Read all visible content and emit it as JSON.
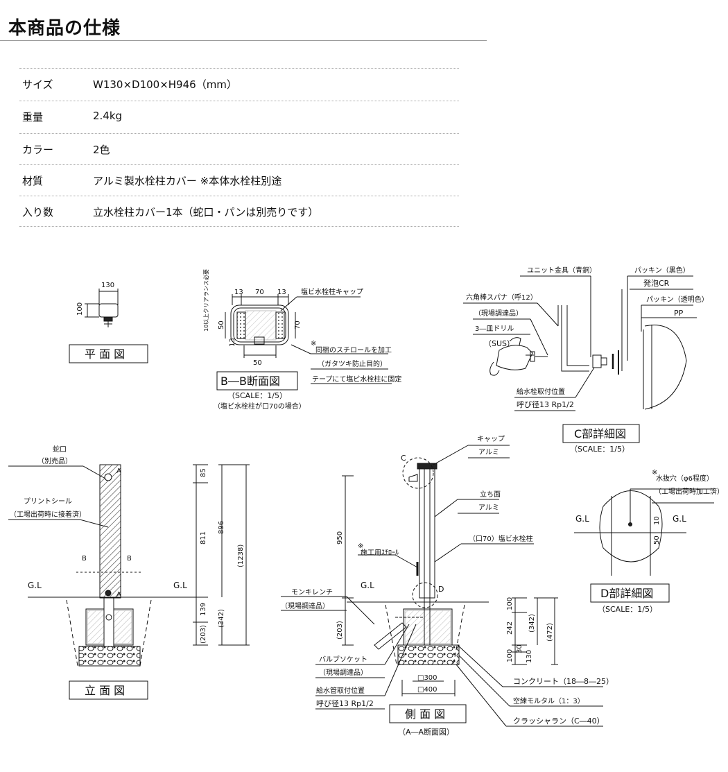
{
  "title": "本商品の仕様",
  "spec": [
    {
      "label": "サイズ",
      "value": "W130×D100×H946（mm）"
    },
    {
      "label": "重量",
      "value": "2.4kg"
    },
    {
      "label": "カラー",
      "value": "2色"
    },
    {
      "label": "材質",
      "value": "アルミ製水栓柱カバー ※本体水栓柱別途"
    },
    {
      "label": "入り数",
      "value": "立水栓柱カバー1本（蛇口・パンは別売りです）"
    }
  ],
  "drawing": {
    "plan": {
      "caption": "平 面 図",
      "dim_w": "130",
      "dim_h": "100"
    },
    "bb": {
      "caption": "B―B断面図",
      "scale": "（SCALE：1/5）",
      "note": "（塩ビ水栓柱が口70の場合）",
      "d13a": "13",
      "d70": "70",
      "d13b": "13",
      "d13c": "13",
      "d70v": "70",
      "d50v": "50",
      "d50h": "50",
      "clear": "10以上クリアランス必要",
      "cap_label": "塩ビ水栓柱キャップ",
      "foam1": "同梱のスチロールを加工",
      "foam2": "（ガタツキ防止目的）",
      "foam3": "テープにて塩ビ水栓柱に固定",
      "asterisk": "※"
    },
    "c": {
      "caption": "C部詳細図",
      "scale": "（SCALE：1/5）",
      "union": "ユニット金具（青銅）",
      "packing_black": "パッキン（黒色）",
      "foam_cr": "発泡CR",
      "packing_clear": "パッキン（透明色）",
      "pp": "PP",
      "hex": "六角棒スパナ（呼12）",
      "hex_src": "（現場調達品）",
      "drill": "3―皿ドリル",
      "sus": "（SUS）",
      "pos": "給水栓取付位置",
      "size": "呼び径13 Rp1/2"
    },
    "front": {
      "caption": "立 面 図",
      "faucet": "蛇口",
      "faucet_src": "（別売品）",
      "seal": "プリントシール",
      "seal_src": "（工場出荷時に接着済）",
      "gl_left": "G.L",
      "gl_right": "G.L",
      "b_left": "B",
      "b_right": "B",
      "a_top": "A",
      "a_bot": "A",
      "d85": "85",
      "d811": "811",
      "d896": "896",
      "d1238": "(1238)",
      "d139": "139",
      "d342": "(342)",
      "d203": "(203)"
    },
    "side": {
      "caption": "側 面 図",
      "sub": "（A―A断面図）",
      "cap": "キャップ",
      "cap_mat": "アルミ",
      "post": "立ち面",
      "post_mat": "アルミ",
      "pvc": "（口70）塩ビ水栓柱",
      "foam": "施工用ｽﾁﾛｰﾙ",
      "foam_mark": "※",
      "wrench": "モンキレンチ",
      "wrench_src": "（現場調達品）",
      "socket": "バルブソケット",
      "socket_src": "（現場調達品）",
      "pipe": "給水管取付位置",
      "pipe_size": "呼び径13 Rp1/2",
      "c_mark": "C",
      "d_mark": "D",
      "gl": "G.L",
      "d950": "950",
      "d203": "(203)",
      "d100": "100",
      "d242": "242",
      "d342": "(342)",
      "d472": "(472)",
      "d100b": "100",
      "d30": "30",
      "d130": "130",
      "d300": "□300",
      "d400": "□400",
      "concrete": "コンクリート（18―8―25）",
      "mortar": "空練モルタル（1：3）",
      "crusher": "クラッシャラン（C―40）"
    },
    "d": {
      "caption": "D部詳細図",
      "scale": "（SCALE：1/5）",
      "hole": "水抜穴（φ6程度）",
      "hole_note": "（工場出荷時加工済）",
      "mark": "※",
      "gl_left": "G.L",
      "gl_right": "G.L",
      "d10": "10",
      "d50": "50"
    }
  }
}
